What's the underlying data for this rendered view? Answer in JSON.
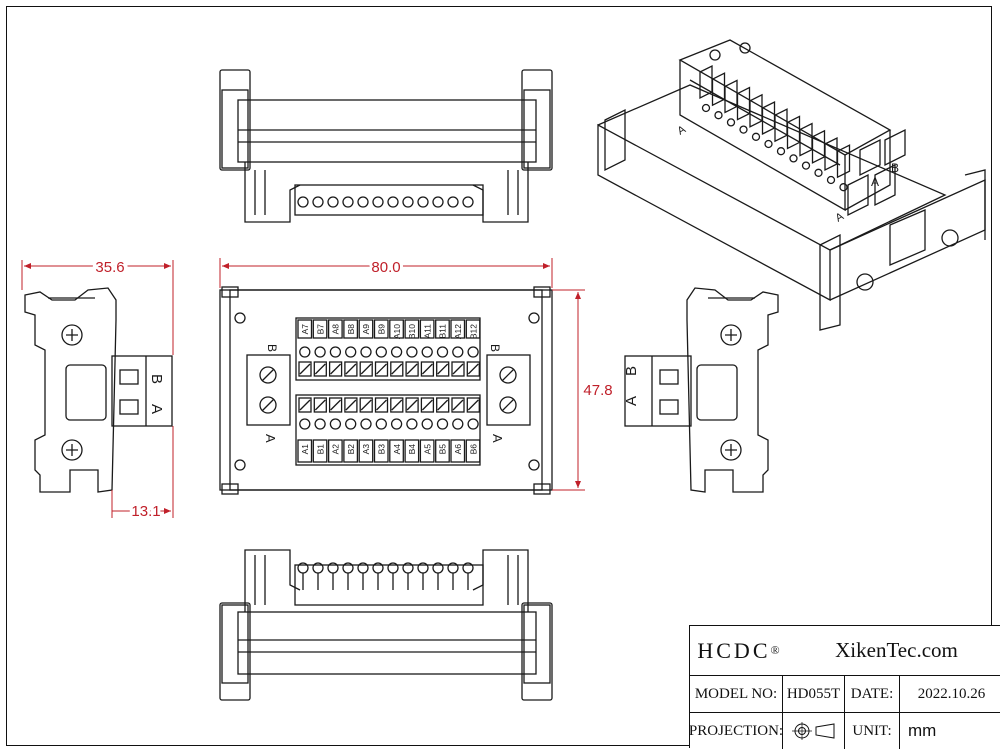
{
  "dimensions": {
    "side_width": "35.6",
    "top_width": "80.0",
    "top_height": "47.8",
    "foot_offset": "13.1"
  },
  "terminal_labels": {
    "top_row": [
      "A7",
      "B7",
      "A8",
      "B8",
      "A9",
      "B9",
      "A10",
      "B10",
      "A11",
      "B11",
      "A12",
      "B12"
    ],
    "bottom_row": [
      "A1",
      "B1",
      "A2",
      "B2",
      "A3",
      "B3",
      "A4",
      "B4",
      "A5",
      "B5",
      "A6",
      "B6"
    ],
    "side_a": "A",
    "side_b": "B"
  },
  "title_block": {
    "brand": "HCDC",
    "registered_mark": "®",
    "website": "XikenTec.com",
    "model_label": "MODEL NO:",
    "model_value": "HD055T",
    "date_label": "DATE:",
    "date_value": "2022.10.26",
    "projection_label": "PROJECTION:",
    "unit_label": "UNIT:",
    "unit_value": "mm"
  },
  "colors": {
    "line": "#1a1a1a",
    "dimension": "#c0202a",
    "background": "#ffffff"
  }
}
